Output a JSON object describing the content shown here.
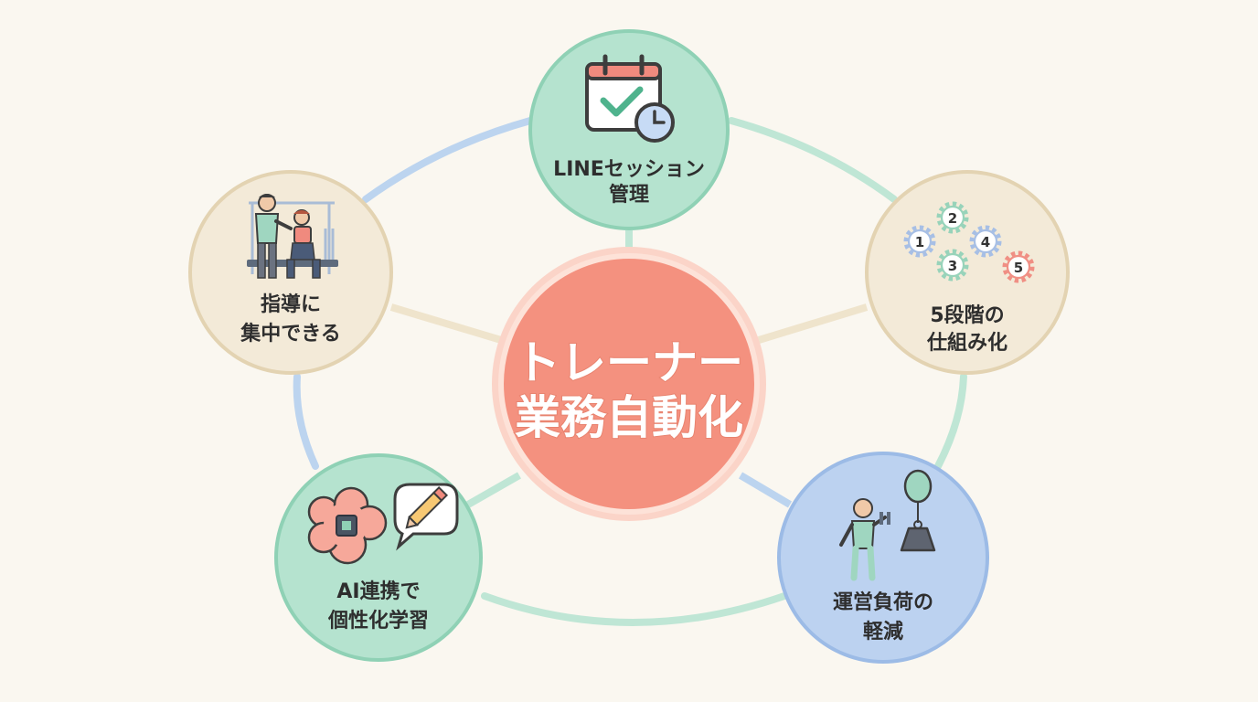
{
  "center": {
    "line1": "トレーナー",
    "line2": "業務自動化"
  },
  "nodes": {
    "line_session": {
      "line1": "LINEセッション",
      "line2": "管理"
    },
    "five_step": {
      "line1": "5段階の",
      "line2": "仕組み化",
      "gear_numbers": [
        "1",
        "2",
        "3",
        "4",
        "5"
      ]
    },
    "focus_coaching": {
      "line1": "指導に",
      "line2": "集中できる"
    },
    "ai_learning": {
      "line1": "AI連携で",
      "line2": "個性化学習"
    },
    "reduce_load": {
      "line1": "運営負荷の",
      "line2": "軽減"
    }
  },
  "colors": {
    "background": "#faf7f0",
    "center_fill": "#f4917f",
    "green_node": "#b5e3cf",
    "green_border": "#8fd1b5",
    "beige_node": "#f3ead8",
    "beige_border": "#e3d3b2",
    "blue_node": "#bcd2f0",
    "blue_border": "#9cbbe6",
    "ring_blue": "#bcd4ef",
    "ring_green": "#bfe6d5"
  }
}
